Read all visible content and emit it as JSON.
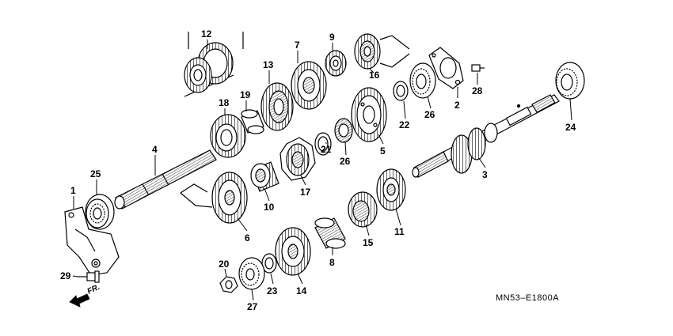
{
  "diagram": {
    "labels": [
      {
        "id": "1",
        "text": "1"
      },
      {
        "id": "2",
        "text": "2"
      },
      {
        "id": "3",
        "text": "3"
      },
      {
        "id": "4",
        "text": "4"
      },
      {
        "id": "5",
        "text": "5"
      },
      {
        "id": "6",
        "text": "6"
      },
      {
        "id": "7",
        "text": "7"
      },
      {
        "id": "8",
        "text": "8"
      },
      {
        "id": "9",
        "text": "9"
      },
      {
        "id": "10",
        "text": "10"
      },
      {
        "id": "11",
        "text": "11"
      },
      {
        "id": "12",
        "text": "12"
      },
      {
        "id": "13",
        "text": "13"
      },
      {
        "id": "14",
        "text": "14"
      },
      {
        "id": "15",
        "text": "15"
      },
      {
        "id": "16",
        "text": "16"
      },
      {
        "id": "17",
        "text": "17"
      },
      {
        "id": "18",
        "text": "18"
      },
      {
        "id": "19",
        "text": "19"
      },
      {
        "id": "20",
        "text": "20"
      },
      {
        "id": "21",
        "text": "21"
      },
      {
        "id": "22",
        "text": "22"
      },
      {
        "id": "23",
        "text": "23"
      },
      {
        "id": "24",
        "text": "24"
      },
      {
        "id": "25",
        "text": "25"
      },
      {
        "id": "26a",
        "text": "26"
      },
      {
        "id": "26b",
        "text": "26"
      },
      {
        "id": "27",
        "text": "27"
      },
      {
        "id": "28",
        "text": "28"
      },
      {
        "id": "29",
        "text": "29"
      }
    ],
    "direction_marker": "FR.",
    "drawing_code": "MN53–E1800A"
  }
}
